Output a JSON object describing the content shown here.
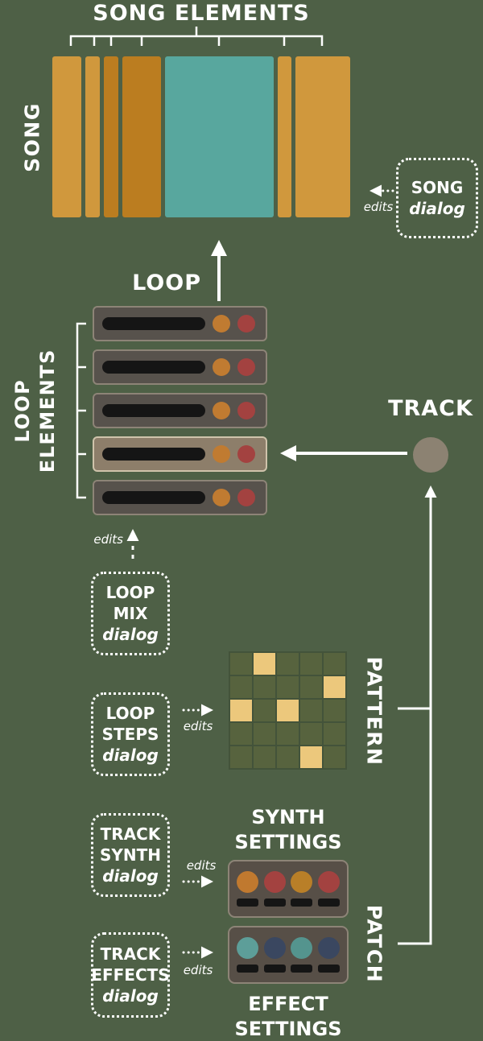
{
  "colors": {
    "background": "#4e6046",
    "row_border": "#8d8477",
    "row_bg": "#57524c",
    "row_highlight_bg": "#8d7e6a",
    "bar_black": "#151515",
    "knob_orange": "#c07b31",
    "knob_red": "#a34240",
    "track_circle": "#8c8272",
    "grid_cell": "#57633e",
    "grid_gap": "#43533a",
    "grid_active": "#ecc87c",
    "panel_bg": "#574f47"
  },
  "song": {
    "title": "SONG ELEMENTS",
    "side_label": "SONG",
    "blocks": [
      {
        "width": 36,
        "color": "#d0983d"
      },
      {
        "width": 18,
        "color": "#d0983d"
      },
      {
        "width": 18,
        "color": "#bb7d20"
      },
      {
        "width": 48,
        "color": "#bb7d20"
      },
      {
        "width": 135,
        "color": "#58a79e"
      },
      {
        "width": 17,
        "color": "#d0983d"
      },
      {
        "width": 68,
        "color": "#d0983d"
      }
    ],
    "dialog": {
      "name": "SONG",
      "type": "dialog"
    },
    "edits": "edits"
  },
  "loop": {
    "header": "LOOP",
    "side_label_line1": "LOOP",
    "side_label_line2": "ELEMENTS",
    "rows": [
      {
        "selected": false
      },
      {
        "selected": false
      },
      {
        "selected": false
      },
      {
        "selected": true
      },
      {
        "selected": false
      }
    ],
    "mix_dialog": {
      "line1": "LOOP",
      "line2": "MIX",
      "type": "dialog"
    },
    "mix_edits": "edits"
  },
  "track": {
    "label": "TRACK"
  },
  "pattern": {
    "label": "PATTERN",
    "grid": {
      "rows": 5,
      "cols": 5,
      "active_cells": [
        [
          0,
          1
        ],
        [
          1,
          4
        ],
        [
          2,
          0
        ],
        [
          2,
          2
        ],
        [
          4,
          3
        ]
      ]
    },
    "steps_dialog": {
      "line1": "LOOP",
      "line2": "STEPS",
      "type": "dialog"
    },
    "steps_edits": "edits"
  },
  "patch": {
    "label": "PATCH",
    "synth_settings_line1": "SYNTH",
    "synth_settings_line2": "SETTINGS",
    "effect_settings_line1": "EFFECT",
    "effect_settings_line2": "SETTINGS",
    "synth_dialog": {
      "line1": "TRACK",
      "line2": "SYNTH",
      "type": "dialog"
    },
    "effects_dialog": {
      "line1": "TRACK",
      "line2": "EFFECTS",
      "type": "dialog"
    },
    "synth_edits": "edits",
    "effects_edits": "edits",
    "synth_knob_colors": [
      "#c0792f",
      "#a34240",
      "#b97f28",
      "#a34240"
    ],
    "effect_knob_colors": [
      "#5d9e99",
      "#3a4760",
      "#54948e",
      "#3a4760"
    ]
  }
}
